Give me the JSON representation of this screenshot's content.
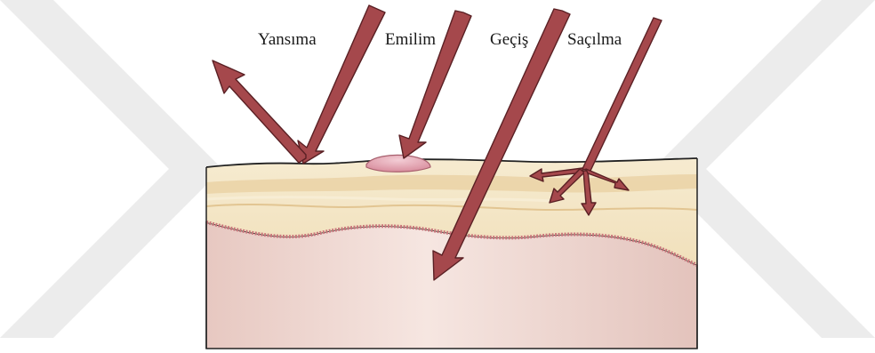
{
  "labels": {
    "reflection": "Yansıma",
    "absorption": "Emilim",
    "transmission": "Geçiş",
    "scattering": "Saçılma"
  },
  "colors": {
    "arrow_fill": "#a5484c",
    "arrow_stroke": "#5e2326",
    "epidermis": "#f3e6c4",
    "epidermis_band": "#ecd5a8",
    "dermis": "#ecd1cb",
    "dermis_light": "#f5e3de",
    "dermis_border": "#c97b80",
    "absorption_spot": "#e3a7b3",
    "watermark": "#ebebeb"
  }
}
